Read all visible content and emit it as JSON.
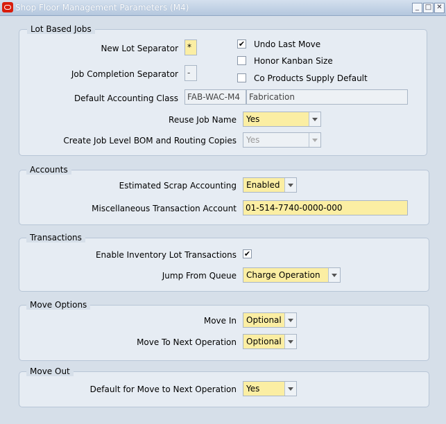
{
  "window": {
    "title": "Shop Floor Management Parameters (M4)"
  },
  "lot_based_jobs": {
    "legend": "Lot Based Jobs",
    "new_lot_separator_label": "New Lot Separator",
    "new_lot_separator_value": "*",
    "job_completion_separator_label": "Job Completion Separator",
    "job_completion_separator_value": "-",
    "undo_last_move_label": "Undo Last Move",
    "undo_last_move_checked": "✔",
    "honor_kanban_label": "Honor Kanban Size",
    "co_products_label": "Co Products Supply Default",
    "accounting_class_label": "Default Accounting Class",
    "accounting_class_code": "FAB-WAC-M4",
    "accounting_class_desc": "Fabrication",
    "reuse_job_name_label": "Reuse Job Name",
    "reuse_job_name_value": "Yes",
    "create_bom_label": "Create Job Level BOM and Routing Copies",
    "create_bom_value": "Yes"
  },
  "accounts": {
    "legend": "Accounts",
    "scrap_label": "Estimated Scrap Accounting",
    "scrap_value": "Enabled",
    "misc_label": "Miscellaneous Transaction Account",
    "misc_value": "01-514-7740-0000-000"
  },
  "transactions": {
    "legend": "Transactions",
    "enable_lot_label": "Enable Inventory Lot Transactions",
    "enable_lot_checked": "✔",
    "jump_label": "Jump From Queue",
    "jump_value": "Charge Operation"
  },
  "move_options": {
    "legend": "Move Options",
    "move_in_label": "Move In",
    "move_in_value": "Optional",
    "move_next_label": "Move To Next Operation",
    "move_next_value": "Optional"
  },
  "move_out": {
    "legend": "Move Out",
    "default_label": "Default for Move to Next Operation",
    "default_value": "Yes"
  }
}
